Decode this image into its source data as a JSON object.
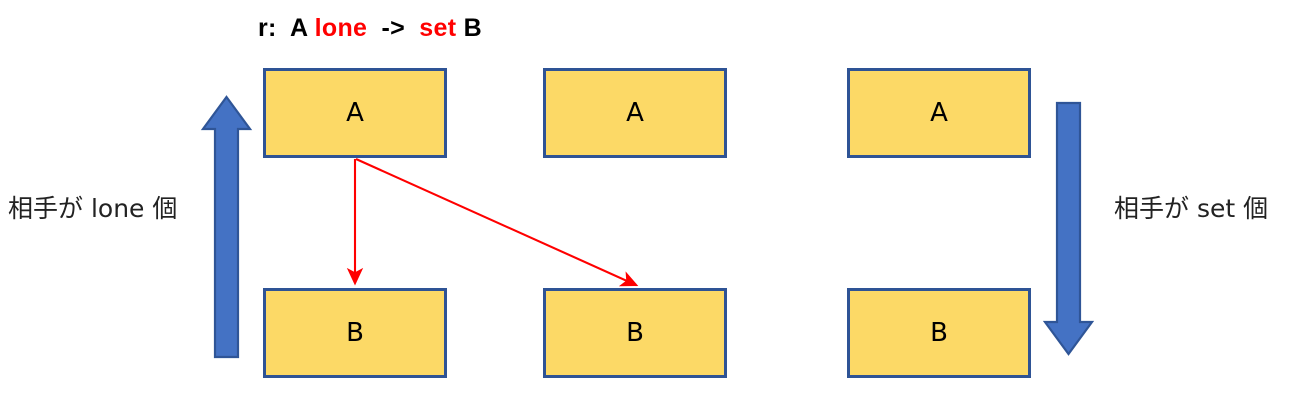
{
  "title": {
    "prefix": "r:",
    "lhs": "A",
    "lhs_multiplicity": "lone",
    "operator": "->",
    "rhs_multiplicity": "set",
    "rhs": "B",
    "full_text": "r: A lone -> set B"
  },
  "colors": {
    "box_fill": "#FCD966",
    "box_border": "#2E5395",
    "arrow_blue_fill": "#4472C4",
    "arrow_blue_stroke": "#2F5597",
    "relation_red": "#FF0000",
    "keyword_red": "#FF0000",
    "text_black": "#000000",
    "background": "#FFFFFF"
  },
  "columns": [
    {
      "name": "column-1",
      "top_box_label": "A",
      "bottom_box_label": "B"
    },
    {
      "name": "column-2",
      "top_box_label": "A",
      "bottom_box_label": "B"
    },
    {
      "name": "column-3",
      "top_box_label": "A",
      "bottom_box_label": "B"
    }
  ],
  "left_annotation": {
    "label": "相手が lone 個",
    "arrow_direction": "up",
    "arrow_name": "lone-multiplicity-arrow"
  },
  "right_annotation": {
    "label": "相手が set 個",
    "arrow_direction": "down",
    "arrow_name": "set-multiplicity-arrow"
  },
  "relation_arrows": [
    {
      "name": "relation-arrow-a1-to-b1",
      "from": "A (column 1)",
      "to": "B (column 1)",
      "style": "vertical"
    },
    {
      "name": "relation-arrow-a1-to-b2",
      "from": "A (column 1)",
      "to": "B (column 2)",
      "style": "diagonal"
    }
  ]
}
